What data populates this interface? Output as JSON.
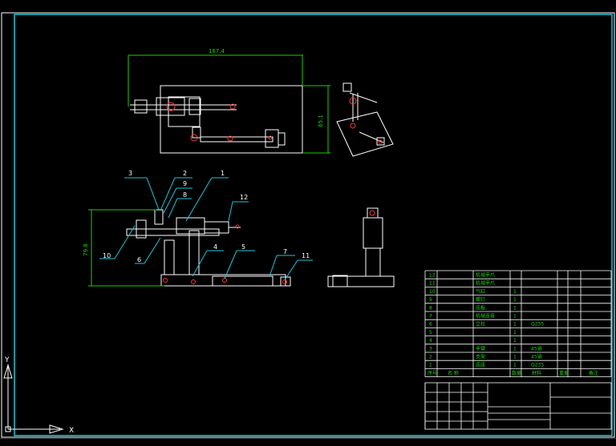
{
  "drawing": {
    "dims": {
      "top_width": "187.4",
      "top_height": "65.1",
      "front_height": "79.8"
    },
    "balloons": [
      "1",
      "2",
      "3",
      "4",
      "5",
      "6",
      "7",
      "8",
      "9",
      "10",
      "11",
      "12"
    ]
  },
  "bom": {
    "rows": [
      {
        "no": "12",
        "name": "机械手爪",
        "qty": "",
        "material": ""
      },
      {
        "no": "11",
        "name": "机械手爪",
        "qty": "",
        "material": ""
      },
      {
        "no": "10",
        "name": "气缸",
        "qty": "1",
        "material": ""
      },
      {
        "no": "9",
        "name": "螺钉",
        "qty": "1",
        "material": ""
      },
      {
        "no": "8",
        "name": "底板",
        "qty": "1",
        "material": ""
      },
      {
        "no": "7",
        "name": "机械连接",
        "qty": "1",
        "material": ""
      },
      {
        "no": "6",
        "name": "立柱",
        "qty": "1",
        "material": "Q235"
      },
      {
        "no": "5",
        "name": "",
        "qty": "1",
        "material": ""
      },
      {
        "no": "4",
        "name": "",
        "qty": "1",
        "material": ""
      },
      {
        "no": "3",
        "name": "手臂",
        "qty": "1",
        "material": "45钢"
      },
      {
        "no": "2",
        "name": "支架",
        "qty": "1",
        "material": "45钢"
      },
      {
        "no": "1",
        "name": "底座",
        "qty": "1",
        "material": "Q235"
      }
    ],
    "header": {
      "no": "序号",
      "name": "名 称",
      "qty": "数量",
      "material": "材料",
      "weight": "重量",
      "note": "备注"
    }
  },
  "axes": {
    "y": "Y",
    "x": "X"
  }
}
